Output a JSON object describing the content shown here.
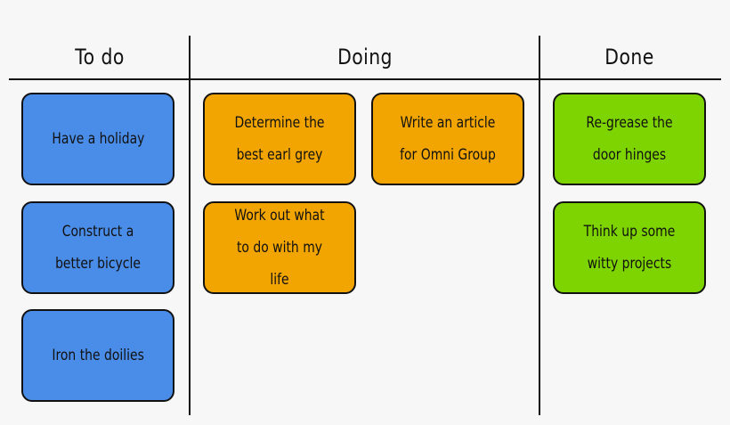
{
  "columns": {
    "todo": {
      "title": "To do",
      "color": "#4a8de8",
      "cards": [
        "Have a holiday",
        "Construct a better bicycle",
        "Iron the doilies"
      ]
    },
    "doing": {
      "title": "Doing",
      "color": "#f2a500",
      "cards": [
        "Determine the best earl grey",
        "Write an article for Omni Group",
        "Work out what to do with my life"
      ]
    },
    "done": {
      "title": "Done",
      "color": "#7ed400",
      "cards": [
        "Re-grease the door hinges",
        "Think up some witty projects"
      ]
    }
  }
}
